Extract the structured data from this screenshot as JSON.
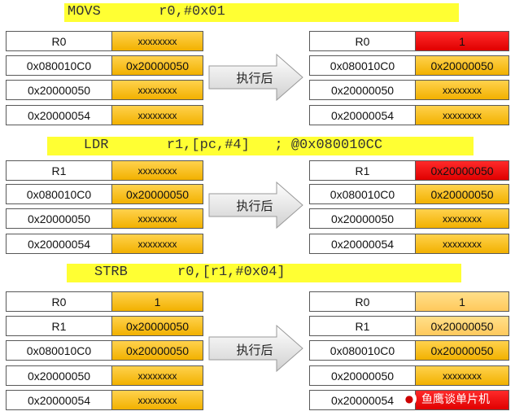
{
  "sections": [
    {
      "instruction": "MOVS       r0,#0x01",
      "arrow_label": "执行后",
      "before": [
        {
          "addr": "R0",
          "value": "xxxxxxxx",
          "style": "small"
        },
        {
          "addr": "0x080010C0",
          "value": "0x20000050",
          "style": "normal"
        },
        {
          "addr": "0x20000050",
          "value": "xxxxxxxx",
          "style": "small"
        },
        {
          "addr": "0x20000054",
          "value": "xxxxxxxx",
          "style": "small"
        }
      ],
      "after": [
        {
          "addr": "R0",
          "value": "1",
          "style": "red"
        },
        {
          "addr": "0x080010C0",
          "value": "0x20000050",
          "style": "normal"
        },
        {
          "addr": "0x20000050",
          "value": "xxxxxxxx",
          "style": "small"
        },
        {
          "addr": "0x20000054",
          "value": "xxxxxxxx",
          "style": "small"
        }
      ]
    },
    {
      "instruction": "    LDR       r1,[pc,#4]   ; @0x080010CC",
      "arrow_label": "执行后",
      "before": [
        {
          "addr": "R1",
          "value": "xxxxxxxx",
          "style": "small"
        },
        {
          "addr": "0x080010C0",
          "value": "0x20000050",
          "style": "normal"
        },
        {
          "addr": "0x20000050",
          "value": "xxxxxxxx",
          "style": "small"
        },
        {
          "addr": "0x20000054",
          "value": "xxxxxxxx",
          "style": "small"
        }
      ],
      "after": [
        {
          "addr": "R1",
          "value": "0x20000050",
          "style": "red"
        },
        {
          "addr": "0x080010C0",
          "value": "0x20000050",
          "style": "normal"
        },
        {
          "addr": "0x20000050",
          "value": "xxxxxxxx",
          "style": "small"
        },
        {
          "addr": "0x20000054",
          "value": "xxxxxxxx",
          "style": "small"
        }
      ]
    },
    {
      "instruction": "STRB      r0,[r1,#0x04]",
      "arrow_label": "执行后",
      "before": [
        {
          "addr": "R0",
          "value": "1",
          "style": "normal"
        },
        {
          "addr": "R1",
          "value": "0x20000050",
          "style": "normal"
        },
        {
          "addr": "0x080010C0",
          "value": "0x20000050",
          "style": "normal"
        },
        {
          "addr": "0x20000050",
          "value": "xxxxxxxx",
          "style": "small"
        },
        {
          "addr": "0x20000054",
          "value": "xxxxxxxx",
          "style": "small"
        }
      ],
      "after": [
        {
          "addr": "R0",
          "value": "1",
          "style": "pale"
        },
        {
          "addr": "R1",
          "value": "0x20000050",
          "style": "pale"
        },
        {
          "addr": "0x080010C0",
          "value": "0x20000050",
          "style": "normal"
        },
        {
          "addr": "0x20000050",
          "value": "xxxxxxxx",
          "style": "small"
        },
        {
          "addr": "0x20000054",
          "value": "",
          "style": "red"
        }
      ]
    }
  ],
  "watermark": {
    "text": "鱼鹰谈单片机",
    "icon": "wechat-logo-icon"
  }
}
